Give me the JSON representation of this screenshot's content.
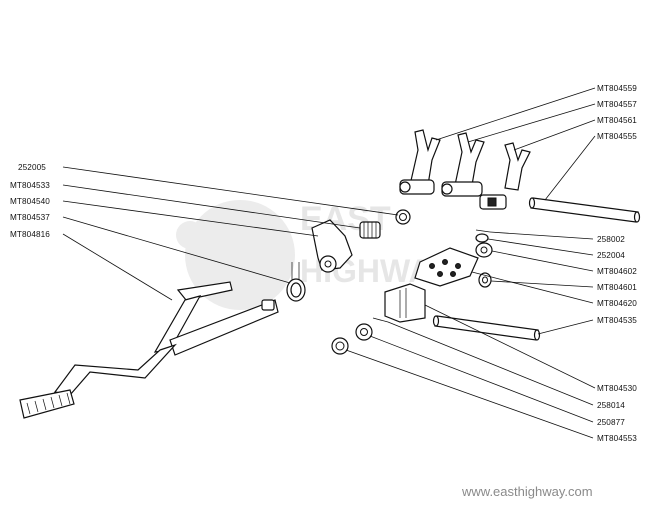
{
  "labels": {
    "MT804559": "MT804559",
    "MT804557": "MT804557",
    "MT804561": "MT804561",
    "MT804555": "MT804555",
    "252005": "252005",
    "MT804533": "MT804533",
    "MT804540": "MT804540",
    "MT804537": "MT804537",
    "MT804816": "MT804816",
    "258002": "258002",
    "252004": "252004",
    "MT804602": "MT804602",
    "MT804601": "MT804601",
    "MT804620": "MT804620",
    "MT804535": "MT804535",
    "MT804530": "MT804530",
    "258014": "258014",
    "250877": "250877",
    "MT804553": "MT804553"
  },
  "watermark": {
    "line1": "EAST",
    "line2": "HIGHWAY",
    "url": "www.easthighway.com"
  }
}
